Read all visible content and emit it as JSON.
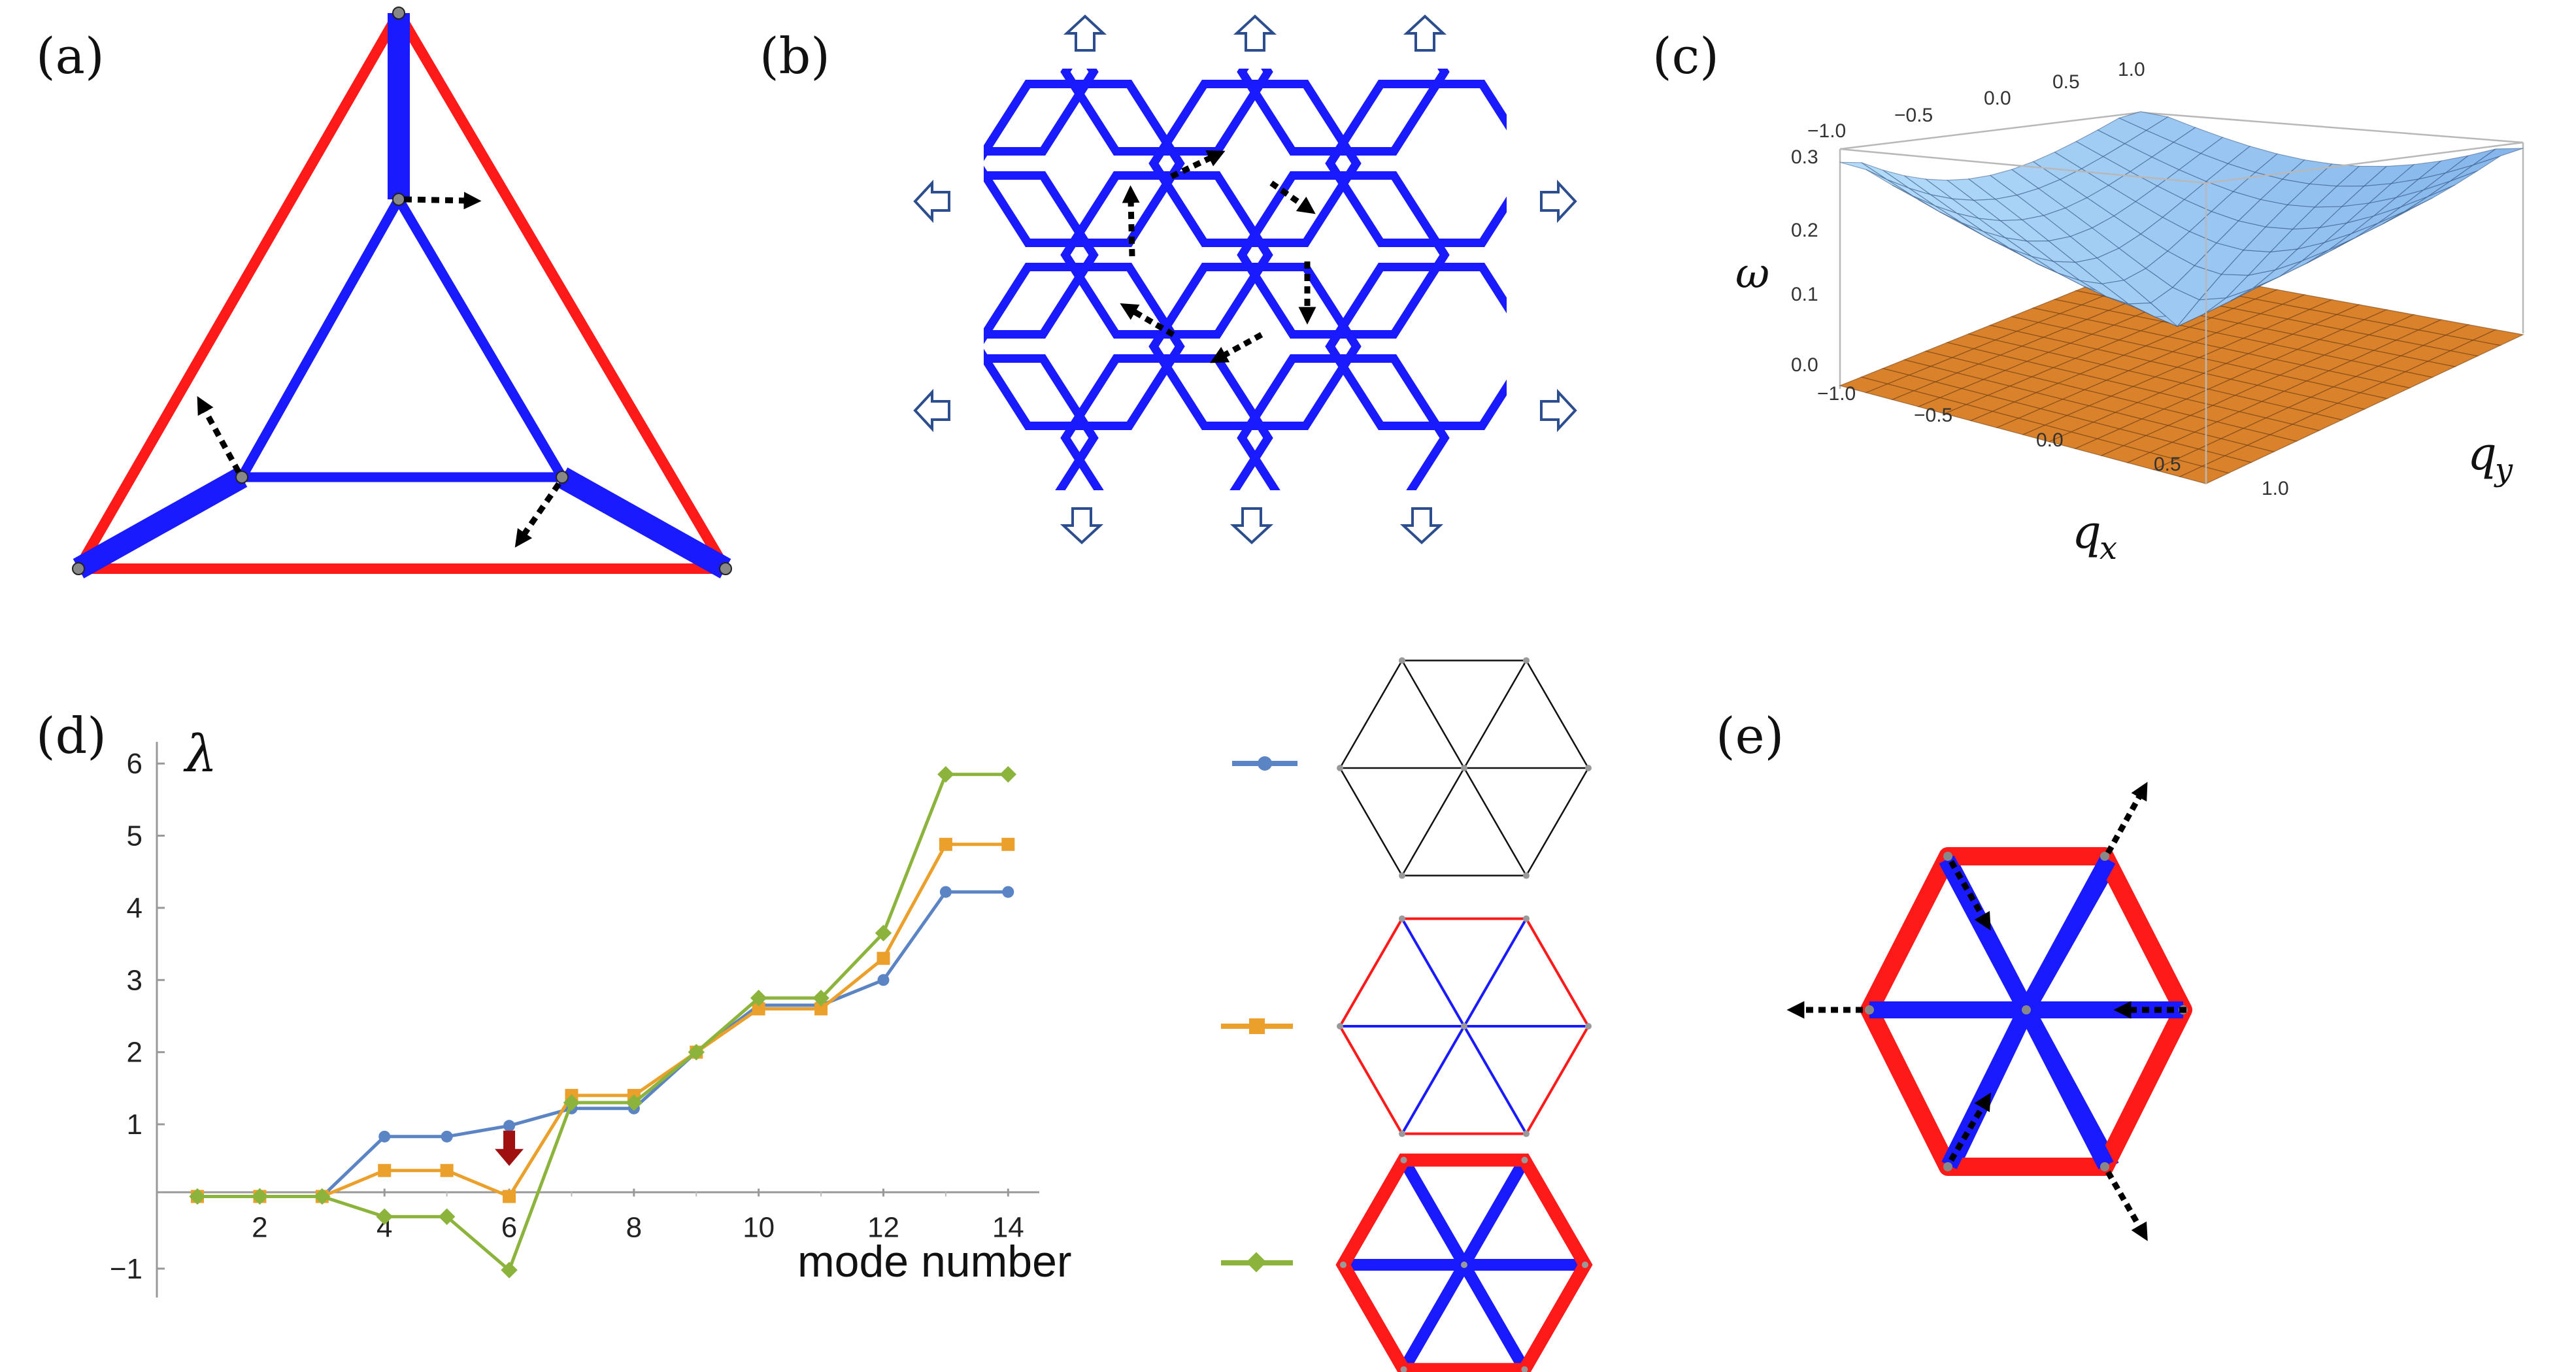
{
  "panel_labels": {
    "a": "(a)",
    "b": "(b)",
    "c": "(c)",
    "d": "(d)",
    "e": "(e)"
  },
  "colors": {
    "red": "#ff1a1a",
    "blue": "#1a1aff",
    "series_blue": "#5b84c4",
    "series_orange": "#eaa02a",
    "series_green": "#8cb43c",
    "arrow_marker": "#a01010",
    "surface_upper": "#6aa8ea",
    "surface_lower": "#d9822b"
  },
  "panel_c": {
    "z_label": "ω",
    "x_label": "q",
    "x_sub": "x",
    "y_label": "q",
    "y_sub": "y",
    "z_ticks": [
      "0.3",
      "0.2",
      "0.1",
      "0.0"
    ],
    "back_ticks": [
      "−1.0",
      "−0.5",
      "0.0",
      "0.5",
      "1.0"
    ],
    "front_ticks": [
      "−1.0",
      "−0.5",
      "0.0",
      "0.5",
      "1.0"
    ]
  },
  "chart_data": {
    "type": "line",
    "title": "",
    "xlabel": "mode number",
    "ylabel": "λ",
    "x": [
      1,
      2,
      3,
      4,
      5,
      6,
      7,
      8,
      9,
      10,
      11,
      12,
      13,
      14
    ],
    "xlim": [
      0.35,
      14.5
    ],
    "ylim": [
      -1.4,
      6.3
    ],
    "xticks": [
      2,
      4,
      6,
      8,
      10,
      12,
      14
    ],
    "yticks": [
      -1,
      1,
      2,
      3,
      4,
      5,
      6
    ],
    "xtick_labels": [
      "2",
      "4",
      "6",
      "8",
      "10",
      "12",
      "14"
    ],
    "ytick_labels": [
      "−1",
      "1",
      "2",
      "3",
      "4",
      "5",
      "6"
    ],
    "grid": false,
    "series": [
      {
        "marker": "circle",
        "color": "#5b84c4",
        "values": [
          0,
          0,
          0,
          0.83,
          0.83,
          0.98,
          1.22,
          1.22,
          2.0,
          2.65,
          2.65,
          3.0,
          4.22,
          4.22
        ]
      },
      {
        "marker": "square",
        "color": "#eaa02a",
        "values": [
          0,
          0,
          0,
          0.36,
          0.36,
          0,
          1.4,
          1.4,
          2.0,
          2.6,
          2.6,
          3.3,
          4.88,
          4.88
        ]
      },
      {
        "marker": "diamond",
        "color": "#8cb43c",
        "values": [
          0,
          0,
          0,
          -0.28,
          -0.28,
          -1.02,
          1.3,
          1.3,
          2.0,
          2.75,
          2.75,
          3.65,
          5.85,
          5.85
        ]
      }
    ],
    "annotation": {
      "x": 6,
      "marker": "down-arrow"
    }
  }
}
